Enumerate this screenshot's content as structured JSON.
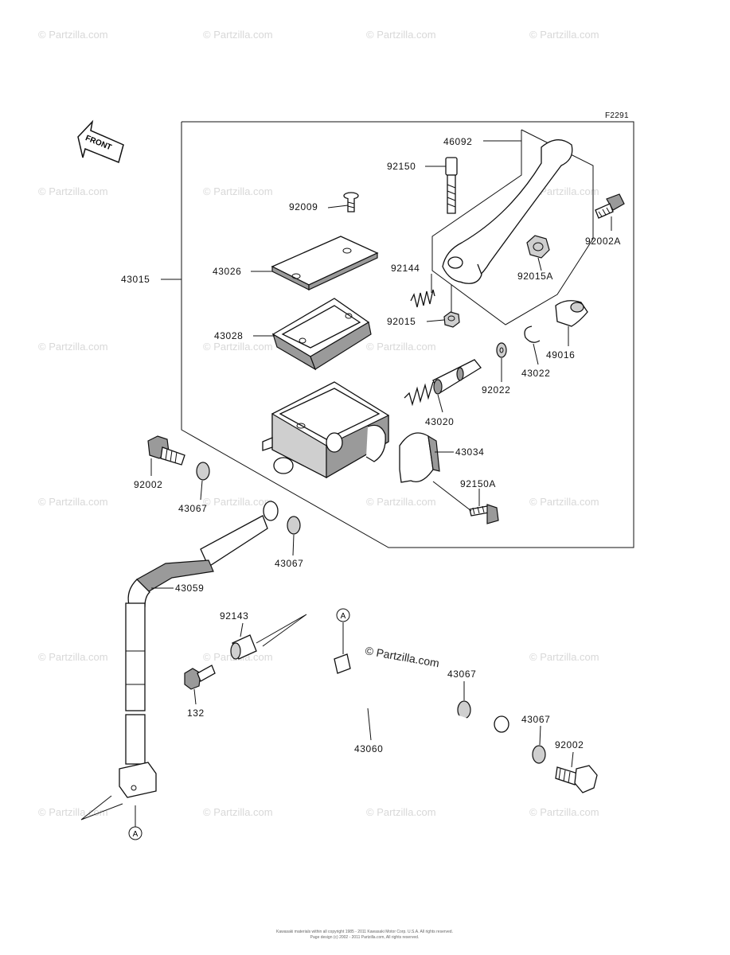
{
  "diagram": {
    "figure_code": "F2291",
    "front_label": "FRONT",
    "watermark": "© Partzilla.com",
    "center_watermark": "© Partzilla.com",
    "ref_marker": "A",
    "footer_lines": [
      "Kawasaki materials within all copyright 1985 - 2011 Kawasaki Motor Corp. U.S.A. All rights reserved.",
      "Page design (c) 2002 - 2011 Partzilla.com, All rights reserved."
    ],
    "parts": [
      {
        "id": "46092"
      },
      {
        "id": "92150"
      },
      {
        "id": "92009"
      },
      {
        "id": "92002A"
      },
      {
        "id": "43015"
      },
      {
        "id": "43026"
      },
      {
        "id": "92144"
      },
      {
        "id": "92015A"
      },
      {
        "id": "92015"
      },
      {
        "id": "43028"
      },
      {
        "id": "49016"
      },
      {
        "id": "43022"
      },
      {
        "id": "92022"
      },
      {
        "id": "43020"
      },
      {
        "id": "43034"
      },
      {
        "id": "92002"
      },
      {
        "id": "92150A"
      },
      {
        "id": "43067"
      },
      {
        "id": "43067"
      },
      {
        "id": "43059"
      },
      {
        "id": "92143"
      },
      {
        "id": "132"
      },
      {
        "id": "43067"
      },
      {
        "id": "43060"
      },
      {
        "id": "43067"
      },
      {
        "id": "92002"
      }
    ]
  }
}
